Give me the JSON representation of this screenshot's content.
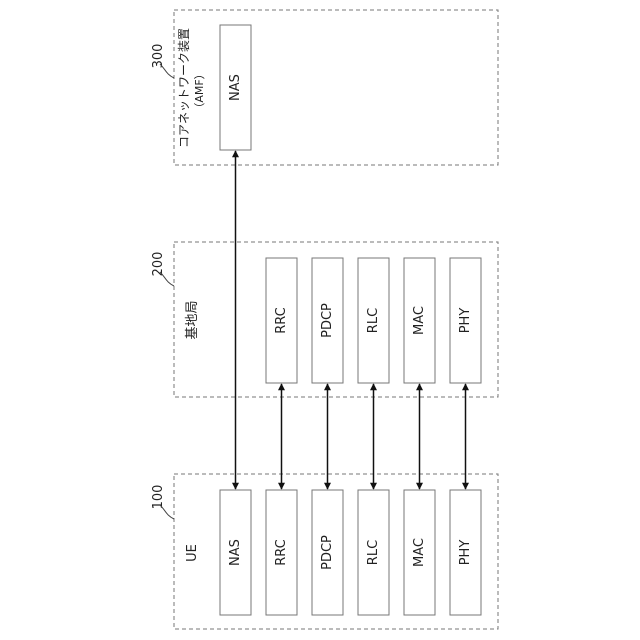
{
  "nodes": {
    "amf": {
      "ref": "300",
      "label_line1": "コアネットワーク装置",
      "label_line2": "（AMF）"
    },
    "gnb": {
      "ref": "200",
      "label": "基地局"
    },
    "ue": {
      "ref": "100",
      "label": "UE"
    }
  },
  "layers": {
    "amf": [
      "NAS"
    ],
    "gnb": [
      "RRC",
      "PDCP",
      "RLC",
      "MAC",
      "PHY"
    ],
    "ue": [
      "NAS",
      "RRC",
      "PDCP",
      "RLC",
      "MAC",
      "PHY"
    ]
  }
}
